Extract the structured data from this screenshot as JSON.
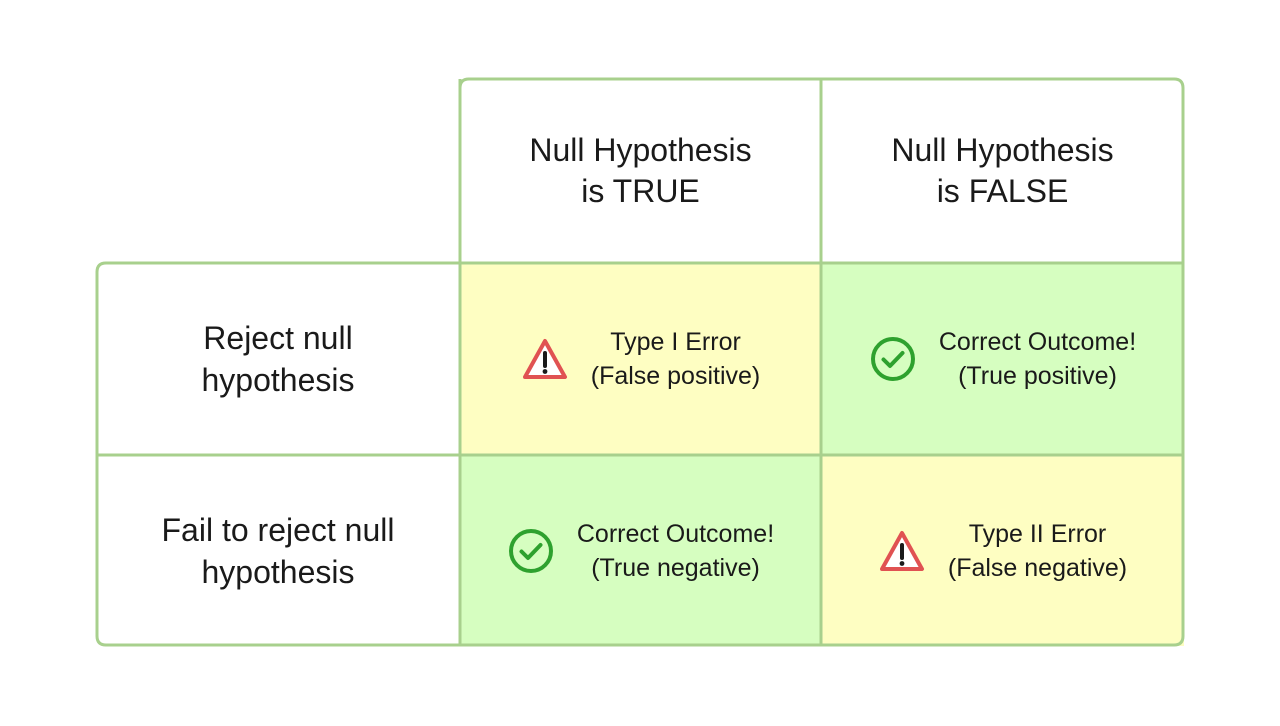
{
  "columns": [
    {
      "line1": "Null Hypothesis",
      "line2": "is TRUE"
    },
    {
      "line1": "Null Hypothesis",
      "line2": "is FALSE"
    }
  ],
  "rows": [
    {
      "line1": "Reject null",
      "line2": "hypothesis"
    },
    {
      "line1": "Fail to reject null",
      "line2": "hypothesis"
    }
  ],
  "cells": {
    "r1c1": {
      "title": "Type I Error",
      "subtitle": "(False positive)",
      "icon": "warning-icon"
    },
    "r1c2": {
      "title": "Correct Outcome!",
      "subtitle": "(True positive)",
      "icon": "check-circle-icon"
    },
    "r2c1": {
      "title": "Correct Outcome!",
      "subtitle": "(True negative)",
      "icon": "check-circle-icon"
    },
    "r2c2": {
      "title": "Type II Error",
      "subtitle": "(False negative)",
      "icon": "warning-icon"
    }
  },
  "colors": {
    "border": "#a8d08d",
    "error_fill": "#fefec2",
    "correct_fill": "#d6fec0",
    "warning": "#e05252",
    "check": "#2ea12e"
  }
}
